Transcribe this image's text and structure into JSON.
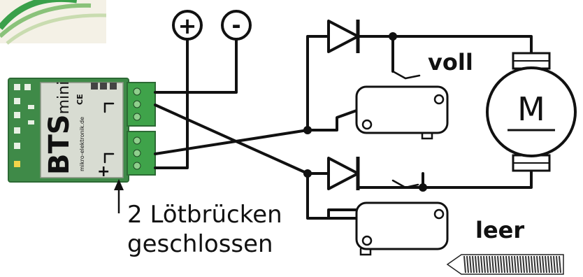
{
  "terminals": {
    "plus": "+",
    "minus": "-"
  },
  "module": {
    "brand_main": "BTS",
    "brand_sub": "mini",
    "tiny_text": "mikro-elektronik.de",
    "ce_mark": "CE",
    "plus_mark": "+"
  },
  "motor": {
    "label": "M"
  },
  "labels": {
    "full": "voll",
    "empty": "leer",
    "note_line1": "2 Lötbrücken",
    "note_line2": "geschlossen"
  },
  "colors": {
    "board": "#3f8a48",
    "board_edge": "#2c6a34",
    "terminal_block": "#3fa34a",
    "ink": "#111111"
  }
}
